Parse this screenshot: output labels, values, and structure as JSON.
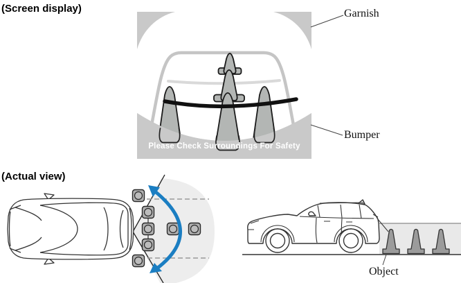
{
  "illustration": {
    "screen_display": {
      "section_label": "(Screen display)",
      "safety_message": "Please Check Surroundings For Safety",
      "garnish_label": "Garnish",
      "bumper_label": "Bumper"
    },
    "actual_view": {
      "section_label": "(Actual view)",
      "object_label": "Object"
    },
    "colors": {
      "panel_gray": "#c9c9c9",
      "guide_line_gray": "#c5c5c5",
      "mid_guide_gray": "#d9d9d9",
      "distance_line_black": "#111111",
      "cone_gray": "#b3b6b4",
      "view_zone_gray": "#ededed",
      "side_zone_gray": "#e9e9e9",
      "side_cone_gray": "#9b9b9b",
      "top_cone_gray": "#b0b0b0",
      "top_cone_inner_gray": "#bcbcbc",
      "arrow_blue": "#1b7ec2",
      "safety_text_white": "#ffffff"
    }
  }
}
